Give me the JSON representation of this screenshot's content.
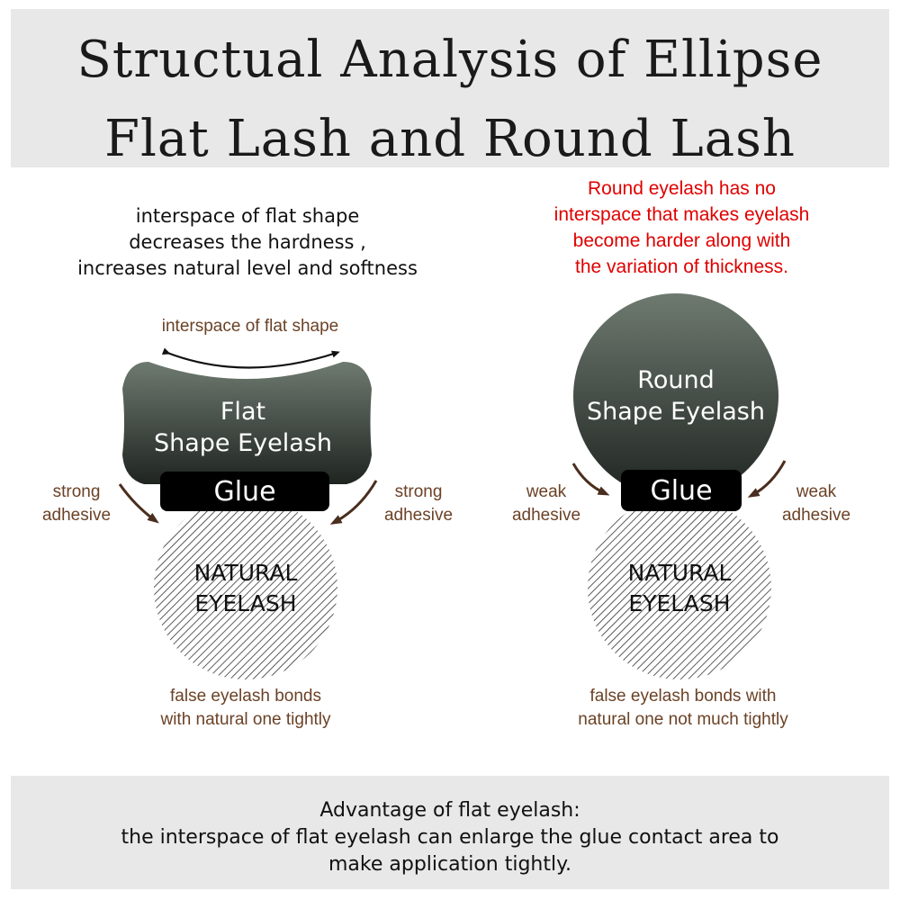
{
  "title": {
    "line1": "Structual Analysis of Ellipse",
    "line2": "Flat Lash and Round Lash"
  },
  "left": {
    "description": [
      "interspace of  flat shape",
      "decreases the hardness ,",
      "increases natural level  and softness"
    ],
    "interspace_label": "interspace of flat shape",
    "lash_label": [
      "Flat",
      "Shape Eyelash"
    ],
    "glue_label": "Glue",
    "adhesive_left": [
      "strong",
      "adhesive"
    ],
    "adhesive_right": [
      "strong",
      "adhesive"
    ],
    "natural_label": [
      "NATURAL",
      "EYELASH"
    ],
    "bond_text": [
      "false eyelash bonds",
      "with natural one tightly"
    ]
  },
  "right": {
    "description": [
      "Round eyelash has no",
      "interspace that makes eyelash",
      "become harder along with",
      "the variation of thickness."
    ],
    "lash_label": [
      "Round",
      "Shape Eyelash"
    ],
    "glue_label": "Glue",
    "adhesive_left": [
      "weak",
      "adhesive"
    ],
    "adhesive_right": [
      "weak",
      "adhesive"
    ],
    "natural_label": [
      "NATURAL",
      "EYELASH"
    ],
    "bond_text": [
      "false eyelash bonds with",
      "natural one not much tightly"
    ]
  },
  "footer": {
    "line1": "Advantage of flat eyelash:",
    "line2": "the interspace of flat eyelash can enlarge the glue contact area to",
    "line3": "make application tightly."
  },
  "colors": {
    "header_bg": "#e8e8e8",
    "lash_dark": "#1f2420",
    "lash_light": "#6e7a70",
    "annotation_brown": "#6b4226",
    "highlight_red": "#e00000",
    "glue": "#000000"
  }
}
